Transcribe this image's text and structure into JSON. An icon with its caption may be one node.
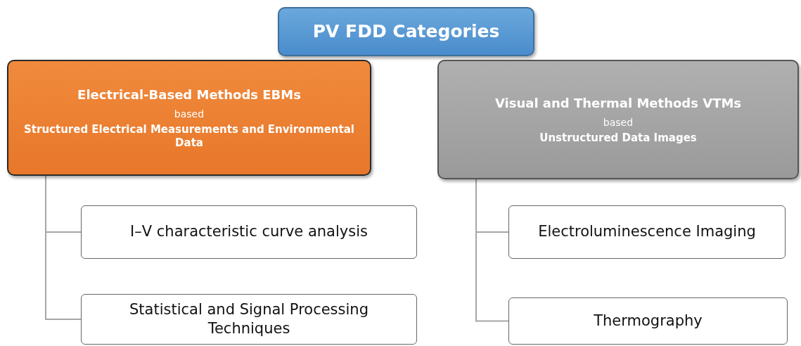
{
  "diagram": {
    "nodes": [
      {
        "text": [
          "PV FDD Categories"
        ]
      },
      {
        "text": [
          "Electrical-Based Methods EBMs",
          "based",
          "Structured Electrical Measurements and Environmental Data"
        ]
      },
      {
        "text": [
          "Visual and Thermal Methods VTMs",
          "based",
          "Unstructured Data Images"
        ]
      },
      {
        "text": [
          "I–V characteristic curve analysis"
        ]
      },
      {
        "text": [
          "Statistical and Signal Processing Techniques"
        ]
      },
      {
        "text": [
          "Electroluminescence Imaging"
        ]
      },
      {
        "text": [
          "Thermography"
        ]
      }
    ],
    "edges": [
      {
        "from": 1,
        "to": 3,
        "arrow": "none"
      },
      {
        "from": 1,
        "to": 4,
        "arrow": "none"
      },
      {
        "from": 2,
        "to": 5,
        "arrow": "none"
      },
      {
        "from": 2,
        "to": 6,
        "arrow": "none"
      }
    ]
  }
}
